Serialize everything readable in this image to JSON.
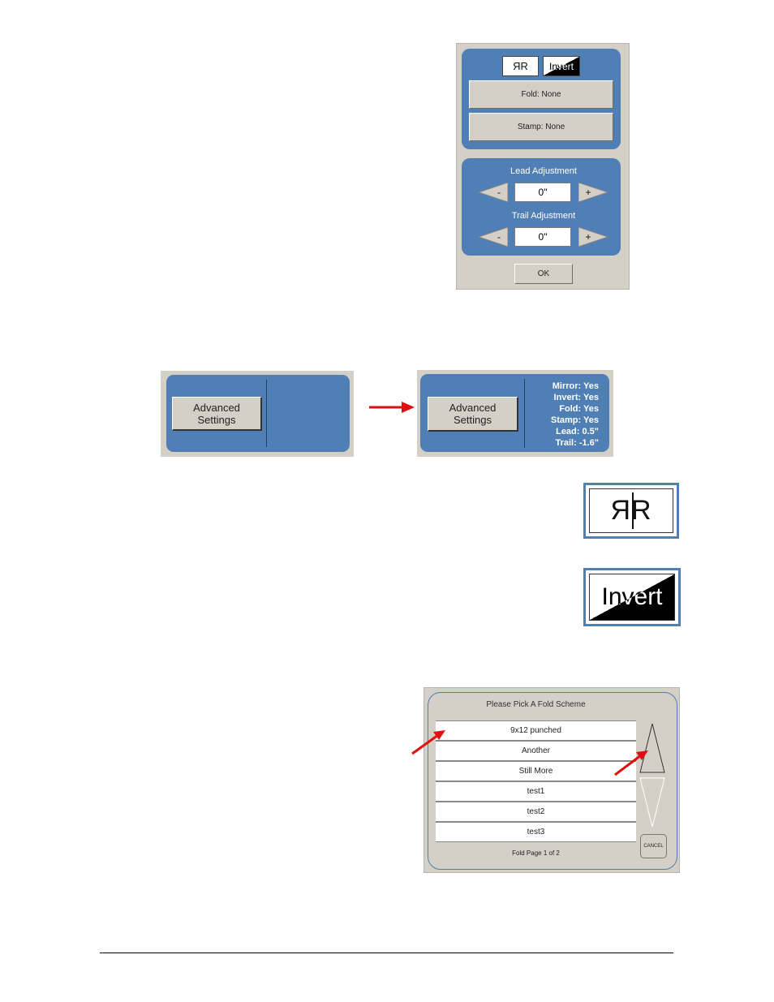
{
  "settings_dialog": {
    "mirror_label": "ЯR",
    "invert_label": "Invert",
    "fold_label": "Fold: None",
    "stamp_label": "Stamp: None",
    "lead": {
      "title": "Lead Adjustment",
      "value": "0\"",
      "minus": "-",
      "plus": "+"
    },
    "trail": {
      "title": "Trail Adjustment",
      "value": "0\"",
      "minus": "-",
      "plus": "+"
    },
    "ok_label": "OK"
  },
  "advanced_before": {
    "button_line1": "Advanced",
    "button_line2": "Settings"
  },
  "advanced_after": {
    "button_line1": "Advanced",
    "button_line2": "Settings",
    "status": [
      "Mirror: Yes",
      "Invert: Yes",
      "Fold: Yes",
      "Stamp: Yes",
      "Lead: 0.5\"",
      "Trail: -1.6\""
    ]
  },
  "mirror_icon_label": "ЯR",
  "invert_icon_label": "Invert",
  "fold_dialog": {
    "title": "Please Pick A Fold Scheme",
    "items": [
      "9x12 punched",
      "Another",
      "Still More",
      "test1",
      "test2",
      "test3"
    ],
    "footer": "Fold Page 1 of 2",
    "cancel_label": "CANCEL"
  },
  "colors": {
    "panel_blue": "#4f7fb5",
    "panel_gray": "#d4d0c8",
    "arrow_red": "#e01010"
  }
}
